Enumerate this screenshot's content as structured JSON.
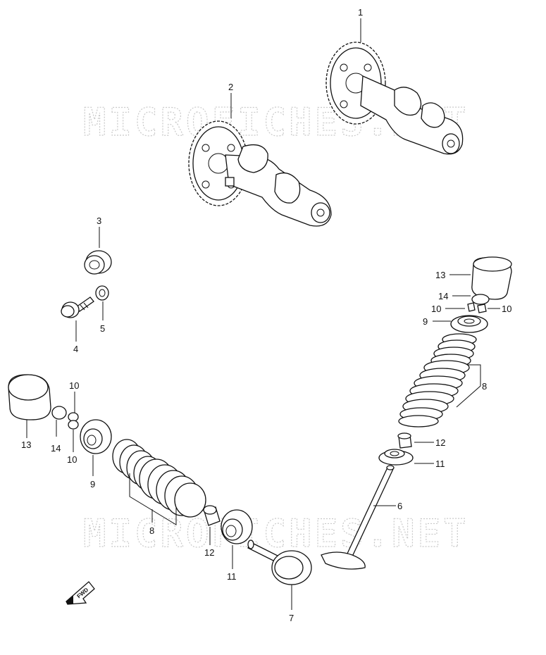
{
  "watermark": "MICROFICHES.NET",
  "direction_badge": "FWD",
  "callouts": {
    "c1": "1",
    "c2": "2",
    "c3": "3",
    "c4": "4",
    "c5": "5",
    "c6": "6",
    "c7": "7",
    "c8a": "8",
    "c8b": "8",
    "c9a": "9",
    "c9b": "9",
    "c10a": "10",
    "c10b": "10",
    "c10c": "10",
    "c10d": "10",
    "c11a": "11",
    "c11b": "11",
    "c12a": "12",
    "c12b": "12",
    "c13a": "13",
    "c13b": "13",
    "c14a": "14",
    "c14b": "14"
  },
  "icons": {
    "camshaft": "camshaft-with-sprocket-icon",
    "bearing": "bearing-icon",
    "bolt": "bolt-icon",
    "washer": "washer-icon",
    "valve": "valve-icon",
    "spring": "valve-spring-icon",
    "tappet": "tappet-icon"
  }
}
